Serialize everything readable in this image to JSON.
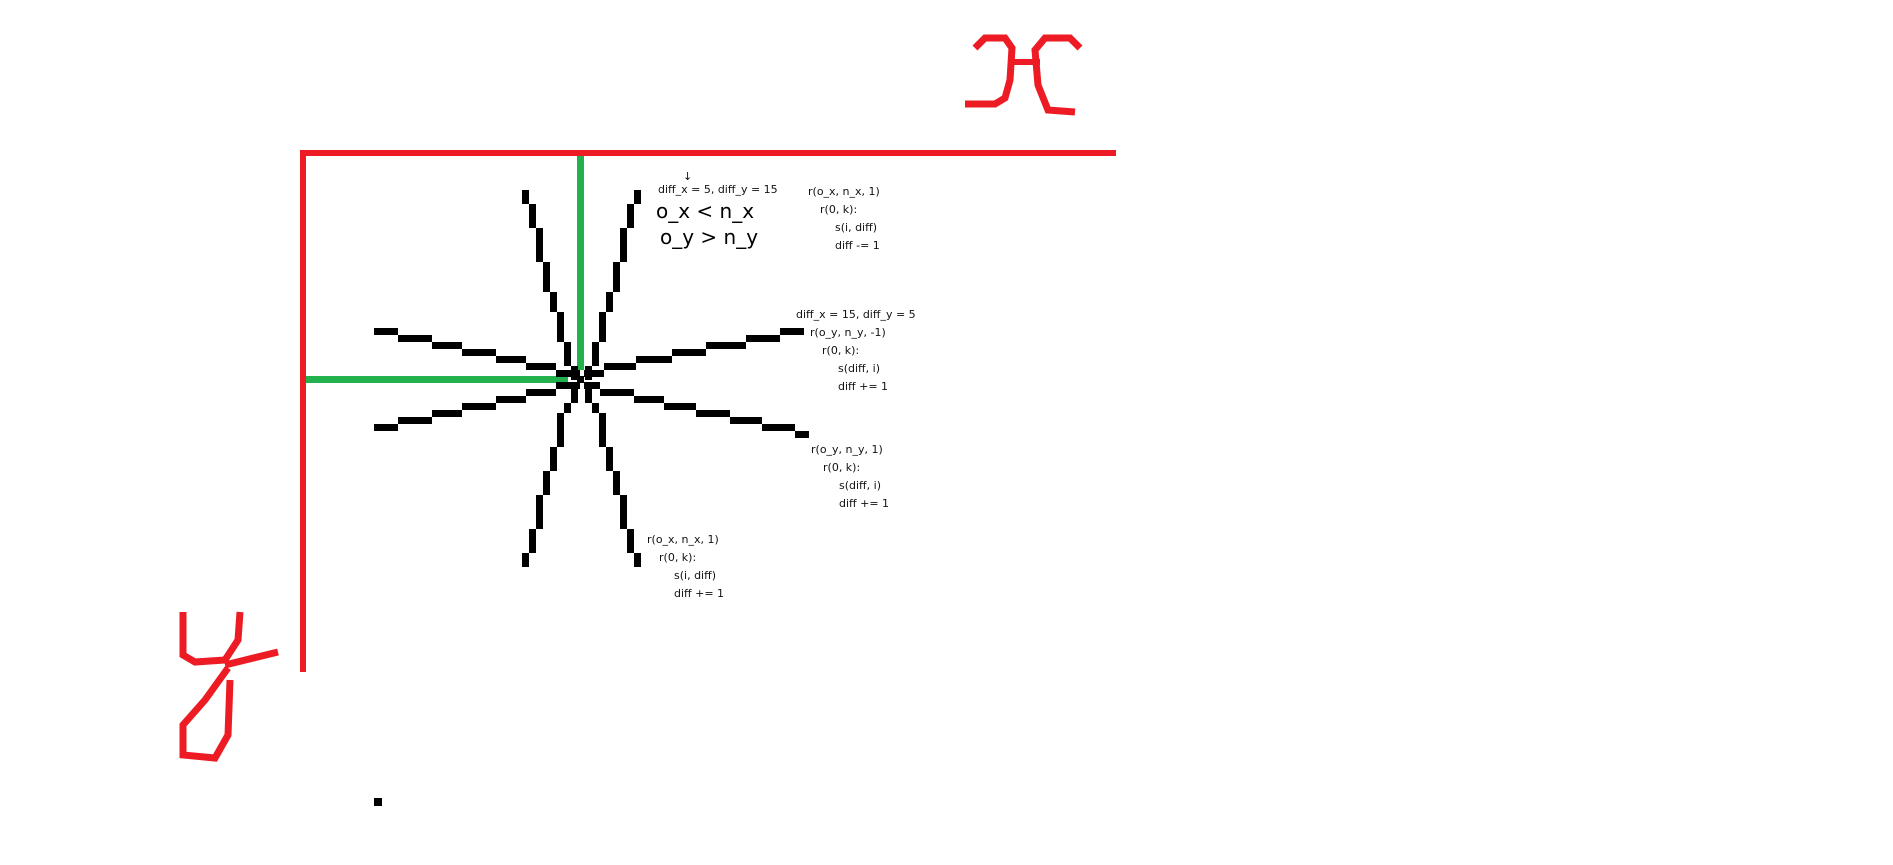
{
  "axis_labels": {
    "x": "x",
    "y": "y"
  },
  "colors": {
    "axis": "#ed1c24",
    "guide": "#22b14c",
    "ray": "#000000",
    "text": "#111111"
  },
  "annotations": {
    "arrow": "↓",
    "top_header": "diff_x = 5, diff_y = 15",
    "handwritten_1": "o_x < n_x",
    "handwritten_2": "o_y > n_y",
    "block_top": [
      "r(o_x, n_x, 1)",
      "r(0, k):",
      "s(i, diff)",
      "diff -= 1"
    ],
    "right_header": "diff_x = 15, diff_y = 5",
    "block_right_upper": [
      "r(o_y, n_y, -1)",
      "r(0, k):",
      "s(diff, i)",
      "diff += 1"
    ],
    "block_right_lower": [
      "r(o_y, n_y, 1)",
      "r(0, k):",
      "s(diff, i)",
      "diff += 1"
    ],
    "block_bottom": [
      "r(o_x, n_x, 1)",
      "r(0, k):",
      "s(i, diff)",
      "diff += 1"
    ]
  }
}
